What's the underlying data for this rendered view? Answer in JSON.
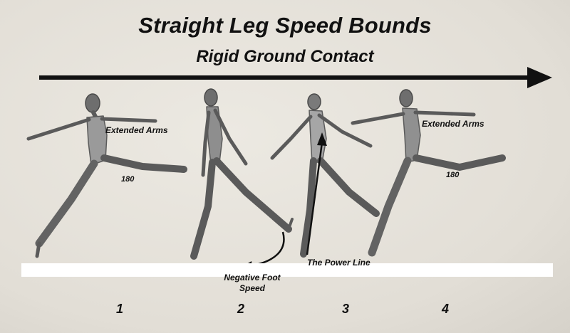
{
  "title": "Straight Leg Speed Bounds",
  "subtitle": "Rigid Ground Contact",
  "icons": {
    "direction_arrow": "arrow-right-icon"
  },
  "labels": {
    "extended_arms_1": "Extended Arms",
    "extended_arms_2": "Extended Arms",
    "angle_1": "180",
    "angle_2": "180",
    "negative_foot_speed": "Negative Foot Speed",
    "power_line": "The Power Line"
  },
  "frames": [
    "1",
    "2",
    "3",
    "4"
  ],
  "colors": {
    "pencil": "#5a5a5a",
    "background": "#e4e0d8",
    "ground": "#ffffff",
    "ink": "#111111"
  }
}
